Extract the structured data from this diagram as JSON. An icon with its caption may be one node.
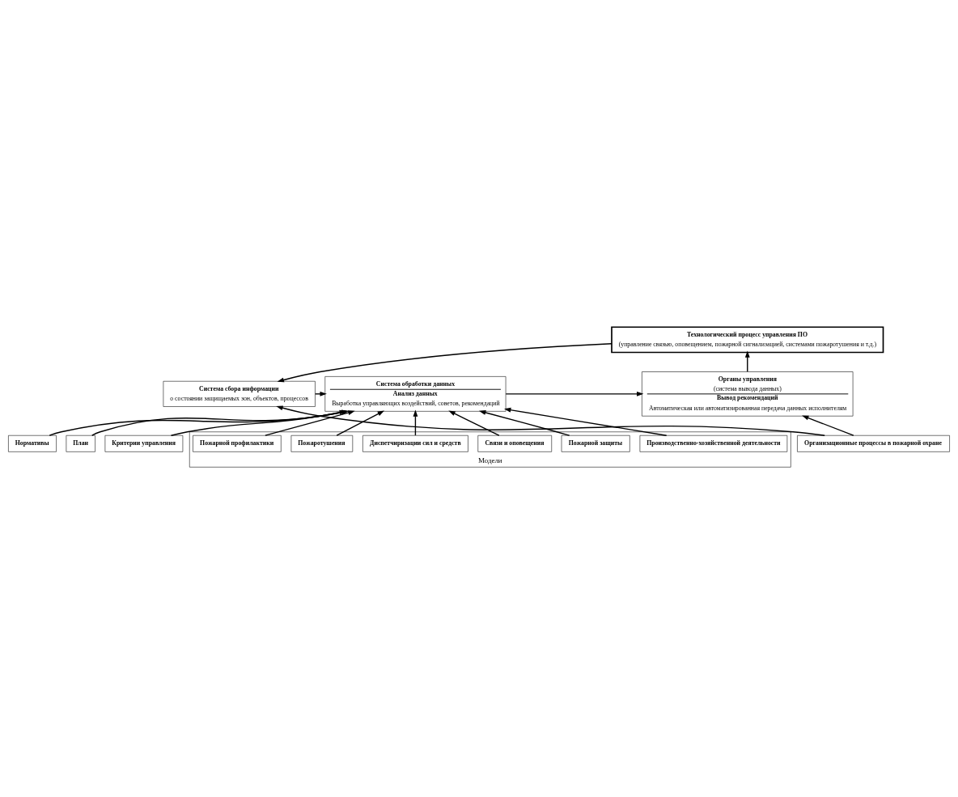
{
  "diagram": {
    "nodes": [
      {
        "text": [
          "Технологический процесс управления ПО",
          "(управление связью, оповещением, пожарной сигнализацией, системами пожаротушения и т.д.)"
        ]
      },
      {
        "text": [
          "Система сбора информации",
          "о состоянии защищаемых зон, объектов, процессов"
        ]
      },
      {
        "text": [
          "Система обработки данных",
          "Анализ данных",
          "Выработка управляющих воздействий, советов, рекомендаций"
        ]
      },
      {
        "text": [
          "Органы управления",
          "(система вывода данных)",
          "Вывод рекомендаций",
          "Автоматическая или автоматизированная передача данных исполнителям"
        ]
      },
      {
        "text": [
          "Модели"
        ]
      },
      {
        "text": [
          "Связи и оповещения"
        ],
        "in": 4
      },
      {
        "text": [
          "Диспетчиризации сил и средств"
        ],
        "in": 4
      },
      {
        "text": [
          "Пожаротушения"
        ],
        "in": 4
      },
      {
        "text": [
          "Пожарной профилактики"
        ],
        "in": 4
      },
      {
        "text": [
          "Производственно-хозяйственной деятельности"
        ],
        "in": 4
      },
      {
        "text": [
          "Пожарной защиты"
        ],
        "in": 4
      },
      {
        "text": [
          "План"
        ]
      },
      {
        "text": [
          "Критерии управления"
        ]
      },
      {
        "text": [
          "Нормативы"
        ]
      },
      {
        "text": [
          "Организационные процессы в пожарной охране"
        ]
      }
    ],
    "edges": [
      {
        "from": 0,
        "to": 1,
        "arrow": "to"
      },
      {
        "from": 1,
        "to": 2,
        "arrow": "to"
      },
      {
        "from": 2,
        "to": 3,
        "arrow": "to"
      },
      {
        "from": 3,
        "to": 0,
        "arrow": "to"
      },
      {
        "from": 5,
        "to": 2,
        "arrow": "to"
      },
      {
        "from": 6,
        "to": 2,
        "arrow": "to"
      },
      {
        "from": 7,
        "to": 2,
        "arrow": "to"
      },
      {
        "from": 8,
        "to": 2,
        "arrow": "to"
      },
      {
        "from": 9,
        "to": 2,
        "arrow": "to"
      },
      {
        "from": 10,
        "to": 2,
        "arrow": "to"
      },
      {
        "from": 11,
        "to": 2,
        "arrow": "to"
      },
      {
        "from": 12,
        "to": 2,
        "arrow": "to"
      },
      {
        "from": 13,
        "to": 2,
        "arrow": "to"
      },
      {
        "from": 14,
        "to": 3,
        "arrow": "to"
      },
      {
        "from": 14,
        "to": 1,
        "arrow": "to"
      }
    ]
  }
}
